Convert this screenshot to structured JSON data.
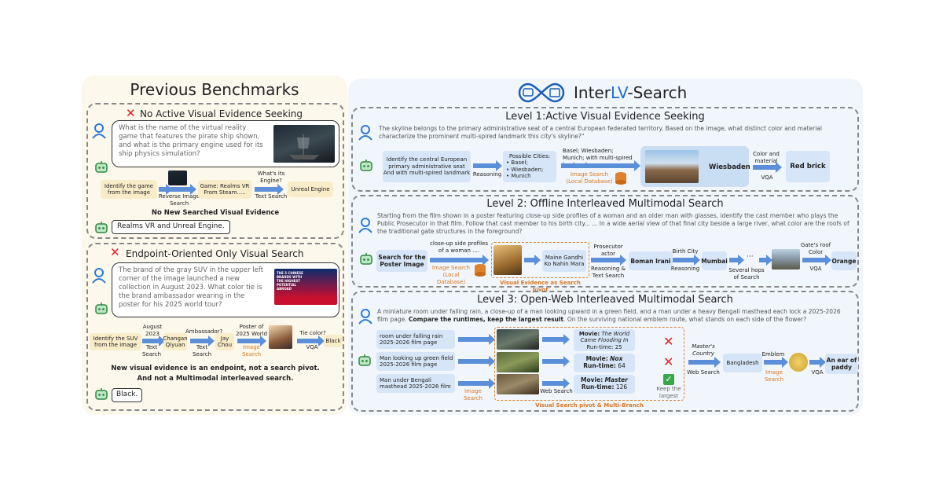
{
  "left": {
    "title": "Previous Benchmarks",
    "s1": {
      "heading": "No Active Visual Evidence Seeking",
      "question": "What is the name of the virtual reality game that features the pirate ship shown, and what is the primary engine used for its ship physics simulation?",
      "step1": "Identify the game from the image",
      "lbl1": "Reverse Image Search",
      "step2": "Game: Realms VR From Steam.....",
      "q2": "What's its Engine?",
      "lbl2": "Text Search",
      "step3": "Unreal Engine",
      "note": "No New Searched Visual Evidence",
      "answer": "Realms VR and Unreal Engine."
    },
    "s2": {
      "heading": "Endpoint-Oriented Only Visual Search",
      "question": "The brand of the gray SUV in the upper left corner of the image launched a new collection in August 2023. What color tie is the brand ambassador wearing in the poster for his 2025 world tour?",
      "poster_text": "THE 5 CHINESE BRANDS WITH THE HIGHEST POTENTIAL ABROAD",
      "step1": "Identify the SUV from the image",
      "q1": "August 2023 Brand?",
      "lbl1": "Text Search",
      "step2": "Changan Qiyuan",
      "q2": "Ambassador?",
      "lbl2": "Text Search",
      "step3": "Jay Chou",
      "q3": "Poster of 2025 World Tour",
      "lbl3": "Image Search",
      "q4": "Tie color?",
      "lbl4": "VQA",
      "step4": "Black",
      "note1": "New visual evidence is an endpoint, not a search pivot.",
      "note2": "And not a Multimodal interleaved search.",
      "answer": "Black."
    }
  },
  "right": {
    "title_a": "Inter",
    "title_b": "LV",
    "title_c": "-Search",
    "l1": {
      "heading": "Level 1:Active Visual Evidence Seeking",
      "question": "The skyline belongs to the primary administrative seat of a central European federated territory. Based on the image, what distinct color and material characterize the prominent multi-spired landmark this city's skyline?\"",
      "box1": "Identify the central European primary administrative seat And with multi-spired landmark",
      "lbl1": "Reasoning",
      "cities_title": "Possible Cities:",
      "cities": [
        "Basel;",
        "Wiesbaden;",
        "Munich"
      ],
      "box3": "Basel; Wiesbaden; Munich; with multi-spired landmark",
      "lbl3": "Image Search (Local Database)",
      "city": "Wiesbaden",
      "q": "Color and material",
      "lbl4": "VQA",
      "answer": "Red brick"
    },
    "l2": {
      "heading": "Level 2: Offline Interleaved Multimodal Search",
      "question": "Starting from the film shown in a poster featuring close-up side profiles of a woman and an older man with glasses, identify the cast member who plays the Public Prosecutor in that film. Follow that cast member to his birth city... ... In a wide aerial view of that final city beside a large river, what color are the roofs of the traditional gate structures in the foreground?",
      "start": "Search for the Poster Image",
      "desc": "close-up side profiles of a woman ....",
      "lbl1": "Image Search (Local Database)",
      "film": "Maine Gandhi Ko Nahin Mara",
      "pivot": "Visual Evidence as Search pivot",
      "q2": "Prosecutor actor",
      "lbl2": "Reasoning & Text Search",
      "actor": "Boman Irani",
      "q3": "Birth City",
      "lbl3": "Reasoning",
      "city": "Mumbai",
      "dots": "···",
      "lbl4": "Several hops of Search",
      "q5": "Gate's roof Color",
      "lbl5": "VQA",
      "answer": "Orange"
    },
    "l3": {
      "heading": "Level 3: Open-Web Interleaved Multimodal Search",
      "question_a": "A miniature room under falling rain, a close-up of a man looking upward in a green field, and a man under a heavy Bengali masthead each lock a 2025-2026 film page. ",
      "question_b": "Compare the runtimes, keep the largest result",
      "question_c": ". On the surviving national emblem route, what stands on each side of the flower?",
      "q1": "room under falling rain 2025-2026 film page",
      "q2": "Man looking up green field 2025-2026 film page",
      "q3": "Man under Bengali masthead 2025-2026 film",
      "lbl_img": "Image Search",
      "lbl_web": "Web Search",
      "branch": "Visual Search pivot & Multi-Branch",
      "movies": [
        {
          "name": "The World Came Flooding In",
          "runtime": "25"
        },
        {
          "name": "Nox",
          "runtime": "64"
        },
        {
          "name": "Master",
          "runtime": "126"
        }
      ],
      "movie_lbl": "Movie:",
      "runtime_lbl": "Run-time:",
      "keep": "Keep the largest",
      "q_country": "Master's Country",
      "lbl_ws": "Web Search",
      "country": "Bangladesh",
      "q_emblem": "Emblem",
      "lbl_is": "Image Search",
      "lbl_vqa": "VQA",
      "answer": "An ear of paddy"
    }
  },
  "colors": {
    "accent_blue": "#1b6fd0",
    "orange": "#d9761f",
    "red": "#e02020",
    "green": "#3aa64a"
  }
}
